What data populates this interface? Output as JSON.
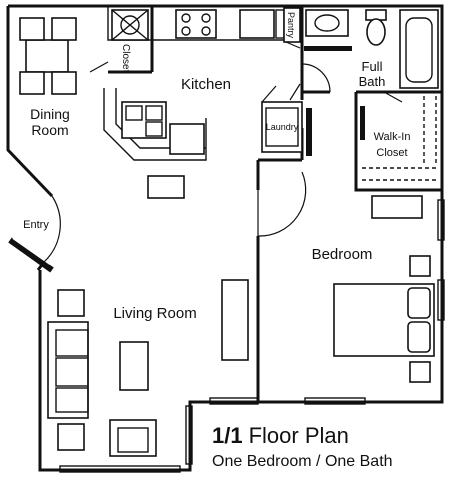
{
  "plan": {
    "title_number": "1/1",
    "title_text": "Floor Plan",
    "subtitle": "One Bedroom / One Bath"
  },
  "rooms": {
    "dining_line1": "Dining",
    "dining_line2": "Room",
    "kitchen": "Kitchen",
    "entry": "Entry",
    "living": "Living Room",
    "bedroom": "Bedroom",
    "full_bath_line1": "Full",
    "full_bath_line2": "Bath",
    "walkin_line1": "Walk-In",
    "walkin_line2": "Closet"
  },
  "fixtures": {
    "closet": "Closet",
    "pantry": "Pantry",
    "laundry": "Laundry"
  }
}
